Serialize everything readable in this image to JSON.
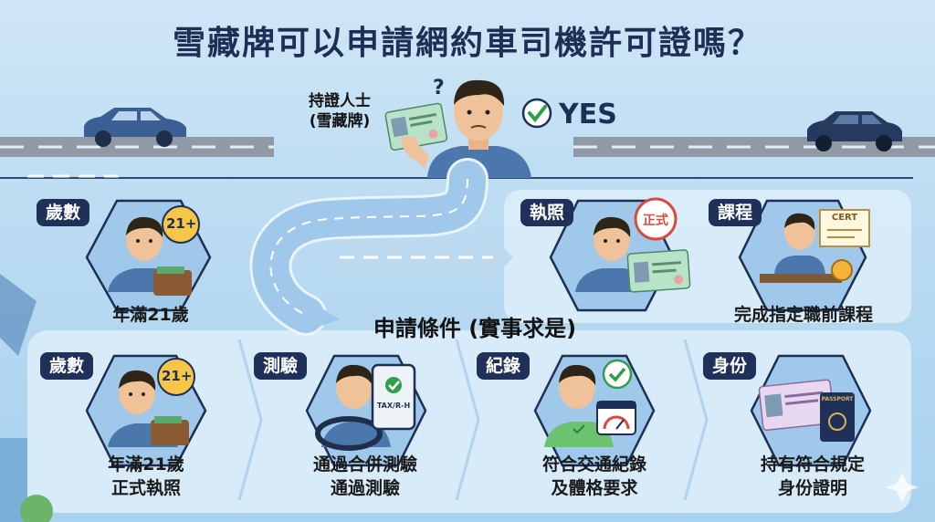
{
  "title": "雪藏牌可以申請網約車司機許可證嗎？",
  "holder": {
    "line1": "持證人士",
    "line2": "(雪藏牌)"
  },
  "yes_label": "YES",
  "question_mark": "?",
  "top_cards": [
    {
      "tag": "歲數",
      "caption": "年滿21歲",
      "badge": "21+"
    },
    {
      "tag": "執照",
      "stamp": "正式"
    },
    {
      "tag": "課程",
      "caption": "完成指定職前課程",
      "cert": "CERT"
    }
  ],
  "section_title": "申請條件 (實事求是)",
  "bottom_cards": [
    {
      "tag": "歲數",
      "line1": "年滿21歲",
      "line2": "正式執照",
      "badge": "21+"
    },
    {
      "tag": "測驗",
      "line1": "通過合併測驗",
      "line2": "通過測驗",
      "tablet": "TAX/R-H"
    },
    {
      "tag": "紀錄",
      "line1": "符合交通紀錄",
      "line2": "及體格要求"
    },
    {
      "tag": "身份",
      "line1": "持有符合規定",
      "line2": "身份證明",
      "passport": "PASSPORT"
    }
  ],
  "colors": {
    "navy": "#1f3159",
    "panel": "#d9ecf9",
    "accent_green": "#2f9e4f",
    "stamp_red": "#d94a3d"
  }
}
